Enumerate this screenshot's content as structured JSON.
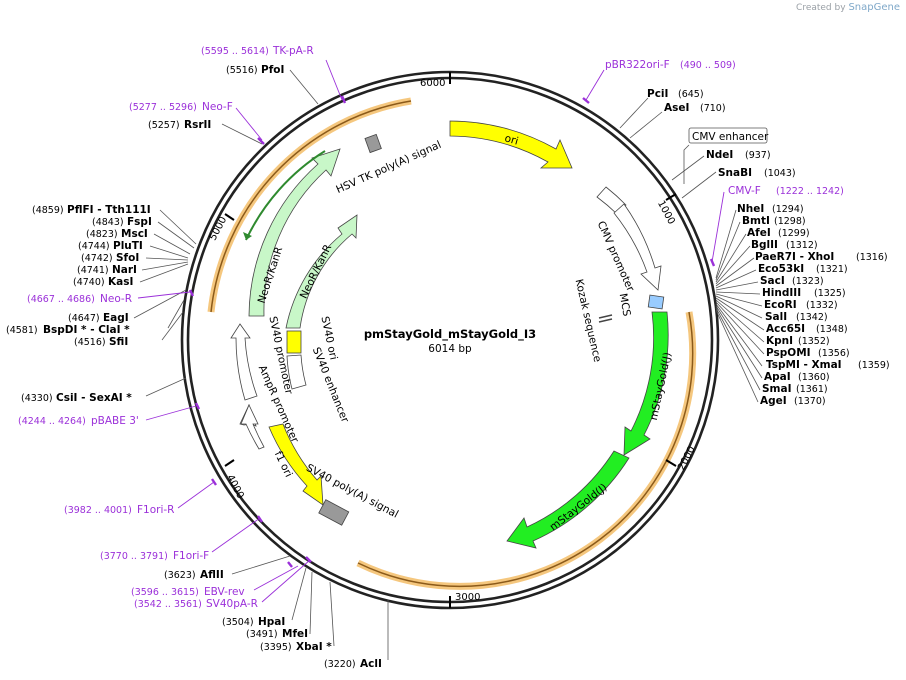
{
  "credit": {
    "prefix": "Created by",
    "brand": "SnapGene"
  },
  "plasmid": {
    "name": "pmStayGold_mStayGold_I3",
    "size": "6014 bp"
  },
  "ticks": [
    "1000",
    "2000",
    "3000",
    "4000",
    "5000",
    "6000"
  ],
  "enzymes": [
    {
      "name": "PciI",
      "pos": "(645)"
    },
    {
      "name": "AseI",
      "pos": "(710)"
    },
    {
      "name": "NdeI",
      "pos": "(937)"
    },
    {
      "name": "SnaBI",
      "pos": "(1043)"
    },
    {
      "name": "NheI",
      "pos": "(1294)"
    },
    {
      "name": "BmtI",
      "pos": "(1298)"
    },
    {
      "name": "AfeI",
      "pos": "(1299)"
    },
    {
      "name": "BglII",
      "pos": "(1312)"
    },
    {
      "name": "PaeR7I - XhoI",
      "pos": "(1316)"
    },
    {
      "name": "Eco53kI",
      "pos": "(1321)"
    },
    {
      "name": "SacI",
      "pos": "(1323)"
    },
    {
      "name": "HindIII",
      "pos": "(1325)"
    },
    {
      "name": "EcoRI",
      "pos": "(1332)"
    },
    {
      "name": "SalI",
      "pos": "(1342)"
    },
    {
      "name": "Acc65I",
      "pos": "(1348)"
    },
    {
      "name": "KpnI",
      "pos": "(1352)"
    },
    {
      "name": "PspOMI",
      "pos": "(1356)"
    },
    {
      "name": "TspMI - XmaI",
      "pos": "(1359)"
    },
    {
      "name": "ApaI",
      "pos": "(1360)"
    },
    {
      "name": "SmaI",
      "pos": "(1361)"
    },
    {
      "name": "AgeI",
      "pos": "(1370)"
    },
    {
      "name": "PfoI",
      "pos": "(5516)"
    },
    {
      "name": "RsrII",
      "pos": "(5257)"
    },
    {
      "name": "PflFI - Tth111I",
      "pos": "(4859)"
    },
    {
      "name": "FspI",
      "pos": "(4843)"
    },
    {
      "name": "MscI",
      "pos": "(4823)"
    },
    {
      "name": "PluTI",
      "pos": "(4744)"
    },
    {
      "name": "SfoI",
      "pos": "(4742)"
    },
    {
      "name": "NarI",
      "pos": "(4741)"
    },
    {
      "name": "KasI",
      "pos": "(4740)"
    },
    {
      "name": "EagI",
      "pos": "(4647)"
    },
    {
      "name": "BspDI * - ClaI *",
      "pos": "(4581)"
    },
    {
      "name": "SfiI",
      "pos": "(4516)"
    },
    {
      "name": "CsiI - SexAI *",
      "pos": "(4330)"
    },
    {
      "name": "AflII",
      "pos": "(3623)"
    },
    {
      "name": "HpaI",
      "pos": "(3504)"
    },
    {
      "name": "MfeI",
      "pos": "(3491)"
    },
    {
      "name": "XbaI *",
      "pos": "(3395)"
    },
    {
      "name": "AclI",
      "pos": "(3220)"
    }
  ],
  "primers": [
    {
      "name": "TK-pA-R",
      "pos": "(5595 .. 5614)"
    },
    {
      "name": "pBR322ori-F",
      "pos": "(490 .. 509)"
    },
    {
      "name": "Neo-F",
      "pos": "(5277 .. 5296)"
    },
    {
      "name": "CMV-F",
      "pos": "(1222 .. 1242)"
    },
    {
      "name": "Neo-R",
      "pos": "(4667 .. 4686)"
    },
    {
      "name": "pBABE 3'",
      "pos": "(4244 .. 4264)"
    },
    {
      "name": "F1ori-R",
      "pos": "(3982 .. 4001)"
    },
    {
      "name": "F1ori-F",
      "pos": "(3770 .. 3791)"
    },
    {
      "name": "EBV-rev",
      "pos": "(3596 .. 3615)"
    },
    {
      "name": "SV40pA-R",
      "pos": "(3542 .. 3561)"
    }
  ],
  "features": {
    "ori": "ori",
    "cmv_enhancer": "CMV enhancer",
    "cmv_promoter": "CMV promoter",
    "mcs": "MCS",
    "kozak": "Kozak sequence",
    "mstaygold_1": "mStayGold(J)",
    "mstaygold_2": "mStayGold(J)",
    "sv40_polya": "SV40 poly(A) signal",
    "f1_ori": "f1 ori",
    "ampr_promoter": "AmpR promoter",
    "sv40_promoter": "SV40 promoter",
    "sv40_ori": "SV40 ori",
    "sv40_enhancer": "SV40 enhancer",
    "neokanr_1": "NeoR/KanR",
    "neokanr_2": "NeoR/KanR",
    "hsv_tk": "HSV TK poly(A) signal"
  },
  "colors": {
    "backbone": "#222222",
    "ori": "#ffff00",
    "cds_green": "#22ee22",
    "neo": "#c8f7c8",
    "promoter": "#ffffff",
    "polya": "#999999",
    "mcs": "#99ccff",
    "primer": "#9b30d9",
    "orf": "#f5c77e"
  }
}
